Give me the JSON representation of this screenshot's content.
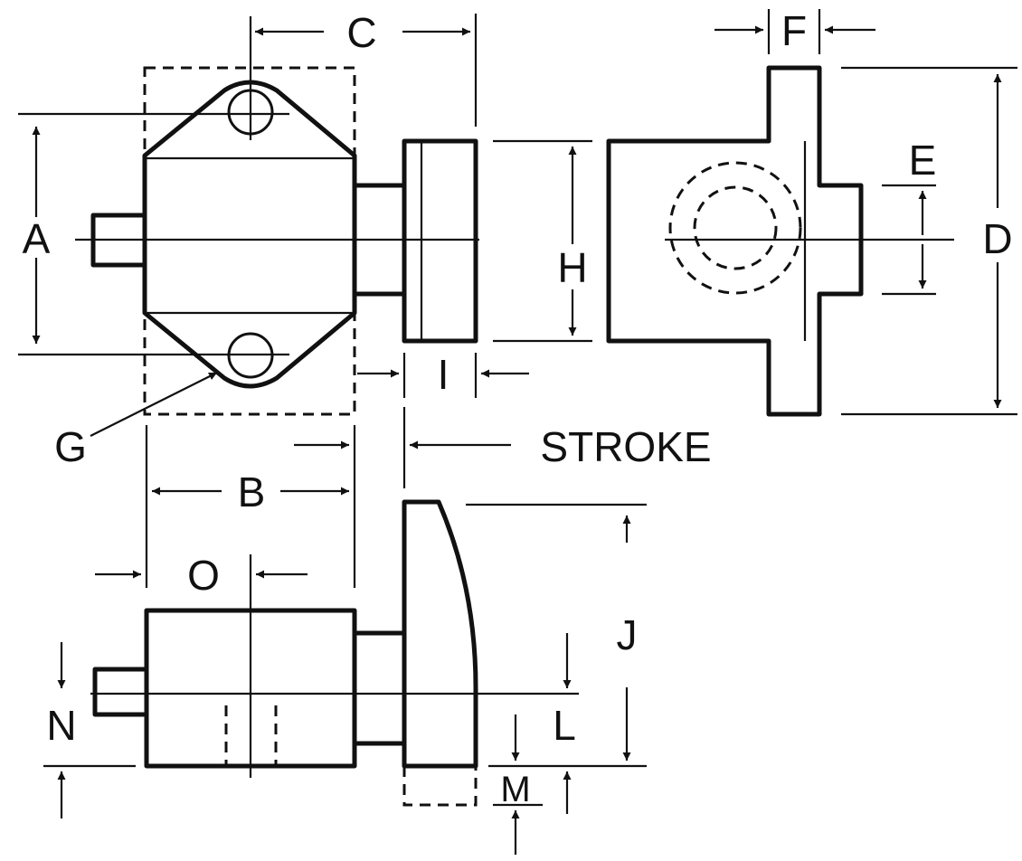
{
  "labels": {
    "A": "A",
    "B": "B",
    "C": "C",
    "D": "D",
    "E": "E",
    "F": "F",
    "G": "G",
    "H": "H",
    "I": "I",
    "J": "J",
    "L": "L",
    "M": "M",
    "N": "N",
    "O": "O",
    "stroke": "STROKE"
  },
  "colors": {
    "ink": "#111111",
    "background": "#ffffff"
  }
}
